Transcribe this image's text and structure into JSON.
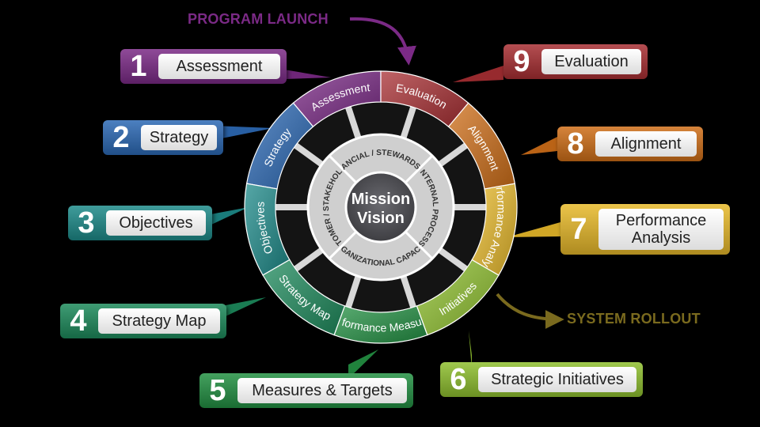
{
  "flow": {
    "program_launch": "PROGRAM LAUNCH",
    "system_rollout": "SYSTEM ROLLOUT"
  },
  "steps": [
    {
      "num": "1",
      "label": "Assessment",
      "ring": "Assessment",
      "color": "#7b2a86"
    },
    {
      "num": "2",
      "label": "Strategy",
      "ring": "Strategy",
      "color": "#2c69b5"
    },
    {
      "num": "3",
      "label": "Objectives",
      "ring": "Objectives",
      "color": "#1d8a89"
    },
    {
      "num": "4",
      "label": "Strategy Map",
      "ring": "Strategy Map",
      "color": "#1d8a5c"
    },
    {
      "num": "5",
      "label": "Measures & Targets",
      "ring": "Performance Measures",
      "color": "#239043"
    },
    {
      "num": "6",
      "label": "Strategic Initiatives",
      "ring": "Initiatives",
      "color": "#8fc02f"
    },
    {
      "num": "7",
      "label": "Performance Analysis",
      "ring": "Performance Analysis",
      "color": "#e8b92a"
    },
    {
      "num": "8",
      "label": "Alignment",
      "ring": "Alignment",
      "color": "#cf6e18"
    },
    {
      "num": "9",
      "label": "Evaluation",
      "ring": "Evaluation",
      "color": "#a82f33"
    }
  ],
  "hub": {
    "line1": "Mission",
    "line2": "Vision",
    "quadrants": [
      "FINANCIAL / STEWARDSHIP",
      "INTERNAL PROCESS",
      "ORGANIZATIONAL CAPACITY",
      "CUSTOMER / STAKEHOLDER"
    ]
  },
  "colors": {
    "flow_launch": "#7b2a86",
    "flow_rollout": "#7a6a1e",
    "hub": "#4f4f52"
  }
}
